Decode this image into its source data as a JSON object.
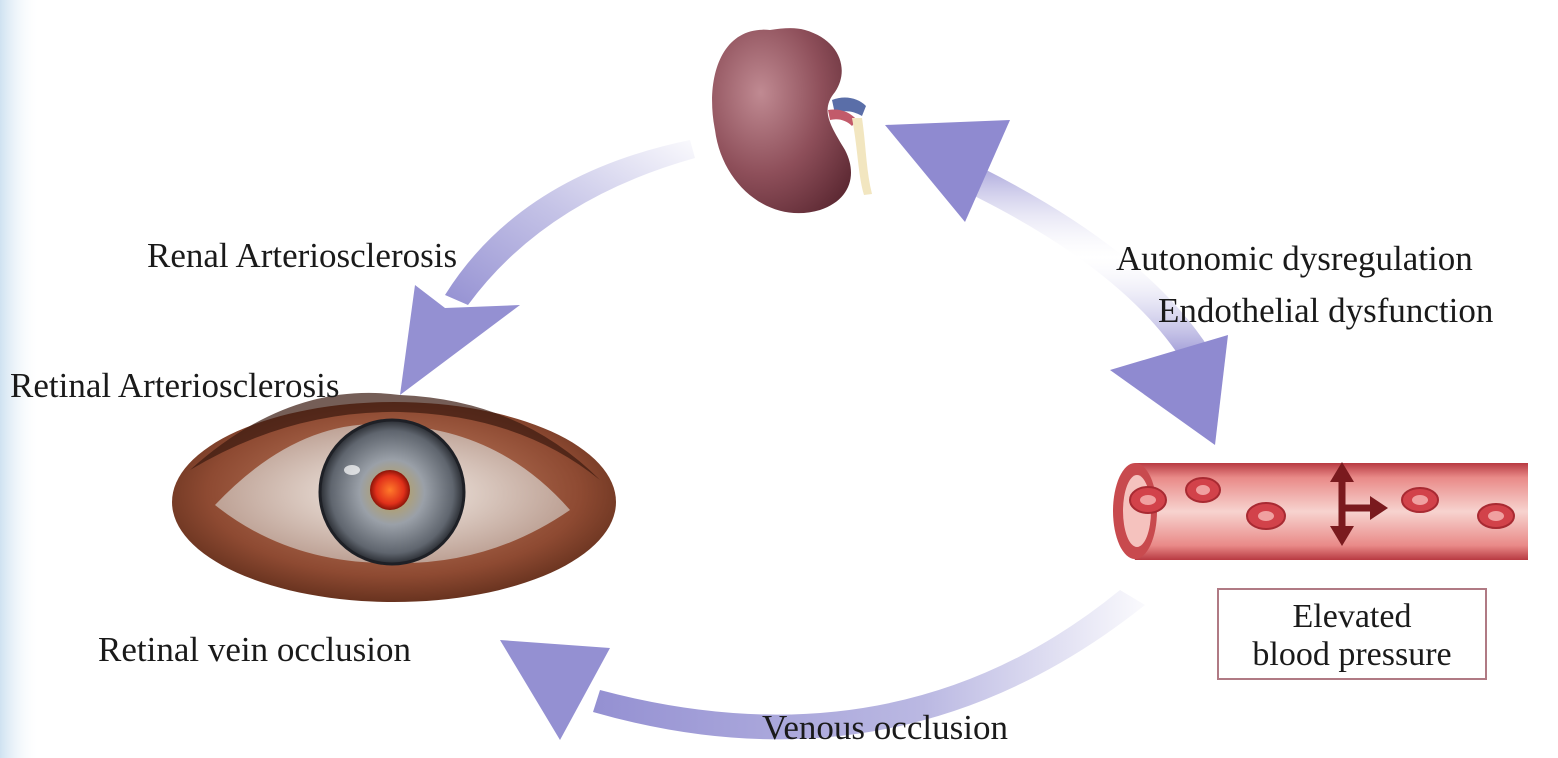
{
  "labels": {
    "renal_arteriosclerosis": "Renal Arteriosclerosis",
    "retinal_arteriosclerosis": "Retinal Arteriosclerosis",
    "retinal_vein_occlusion": "Retinal vein occlusion",
    "autonomic_dysregulation": "Autonomic dysregulation",
    "endothelial_dysfunction": "Endothelial dysfunction",
    "venous_occlusion": "Venous occlusion"
  },
  "elevated_bp": {
    "line1": "Elevated",
    "line2": "blood pressure"
  },
  "icons": [
    "kidney-icon",
    "eye-icon",
    "blood-vessel-icon"
  ],
  "colors": {
    "arrow": "#9d9ad6",
    "kidney": "#8a4a55",
    "vessel": "#d9646a",
    "iris": "#7b8088",
    "pupil_glow": "#e0301a",
    "box_border": "#b07a84"
  }
}
